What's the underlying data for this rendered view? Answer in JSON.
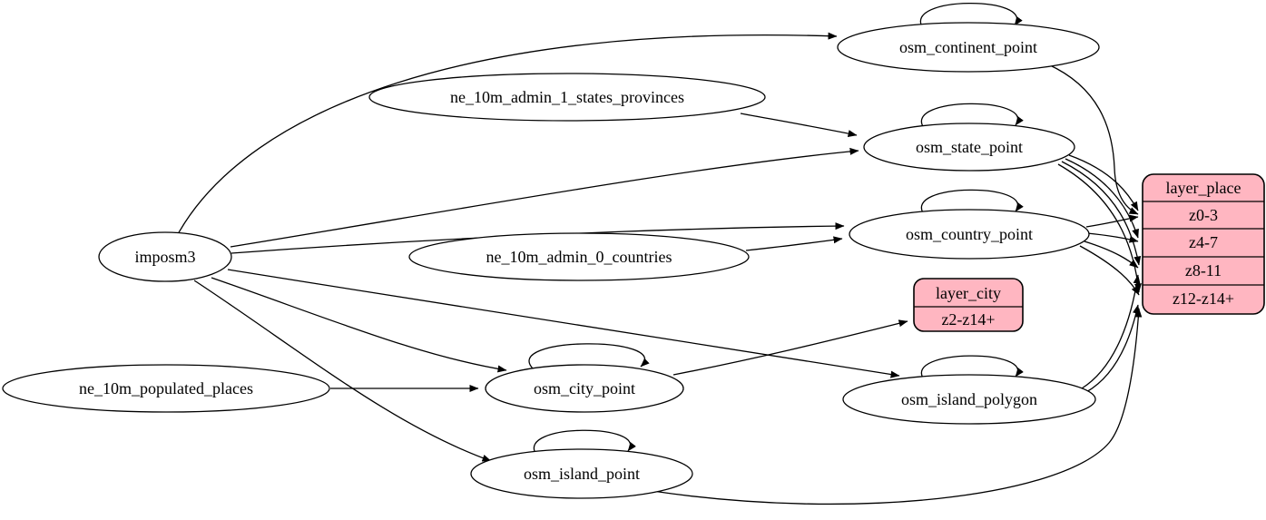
{
  "diagram": {
    "type": "etl-mapping-graph",
    "colors": {
      "background": "#ffffff",
      "ellipse_fill": "#ffffff",
      "record_fill": "#ffb6c1",
      "stroke": "#000000"
    },
    "nodes": {
      "imposm3": {
        "label": "imposm3"
      },
      "ne_states": {
        "label": "ne_10m_admin_1_states_provinces"
      },
      "ne_countries": {
        "label": "ne_10m_admin_0_countries"
      },
      "ne_places": {
        "label": "ne_10m_populated_places"
      },
      "continent": {
        "label": "osm_continent_point"
      },
      "state": {
        "label": "osm_state_point"
      },
      "country": {
        "label": "osm_country_point"
      },
      "city": {
        "label": "osm_city_point"
      },
      "island_polygon": {
        "label": "osm_island_polygon"
      },
      "island_point": {
        "label": "osm_island_point"
      }
    },
    "records": {
      "layer_city": {
        "title": "layer_city",
        "rows": [
          "z2-z14+"
        ]
      },
      "layer_place": {
        "title": "layer_place",
        "rows": [
          "z0-3",
          "z4-7",
          "z8-11",
          "z12-z14+"
        ]
      }
    },
    "edges": [
      {
        "from": "imposm3",
        "to": "osm_continent_point"
      },
      {
        "from": "imposm3",
        "to": "osm_state_point"
      },
      {
        "from": "imposm3",
        "to": "osm_country_point"
      },
      {
        "from": "imposm3",
        "to": "osm_city_point"
      },
      {
        "from": "imposm3",
        "to": "osm_island_polygon"
      },
      {
        "from": "imposm3",
        "to": "osm_island_point"
      },
      {
        "from": "ne_10m_admin_1_states_provinces",
        "to": "osm_state_point"
      },
      {
        "from": "ne_10m_admin_0_countries",
        "to": "osm_country_point"
      },
      {
        "from": "ne_10m_populated_places",
        "to": "osm_city_point"
      },
      {
        "from": "osm_continent_point",
        "to": "osm_continent_point"
      },
      {
        "from": "osm_state_point",
        "to": "osm_state_point"
      },
      {
        "from": "osm_country_point",
        "to": "osm_country_point"
      },
      {
        "from": "osm_city_point",
        "to": "osm_city_point"
      },
      {
        "from": "osm_island_polygon",
        "to": "osm_island_polygon"
      },
      {
        "from": "osm_island_point",
        "to": "osm_island_point"
      },
      {
        "from": "osm_continent_point",
        "to": "layer_place:z0-3"
      },
      {
        "from": "osm_state_point",
        "to": "layer_place:z0-3"
      },
      {
        "from": "osm_state_point",
        "to": "layer_place:z4-7"
      },
      {
        "from": "osm_state_point",
        "to": "layer_place:z8-11"
      },
      {
        "from": "osm_state_point",
        "to": "layer_place:z12-z14+"
      },
      {
        "from": "osm_country_point",
        "to": "layer_place:z0-3"
      },
      {
        "from": "osm_country_point",
        "to": "layer_place:z4-7"
      },
      {
        "from": "osm_country_point",
        "to": "layer_place:z8-11"
      },
      {
        "from": "osm_country_point",
        "to": "layer_place:z12-z14+"
      },
      {
        "from": "osm_island_polygon",
        "to": "layer_place:z8-11"
      },
      {
        "from": "osm_island_polygon",
        "to": "layer_place:z12-z14+"
      },
      {
        "from": "osm_island_point",
        "to": "layer_place:z12-z14+"
      },
      {
        "from": "osm_city_point",
        "to": "layer_city:z2-z14+"
      }
    ]
  }
}
